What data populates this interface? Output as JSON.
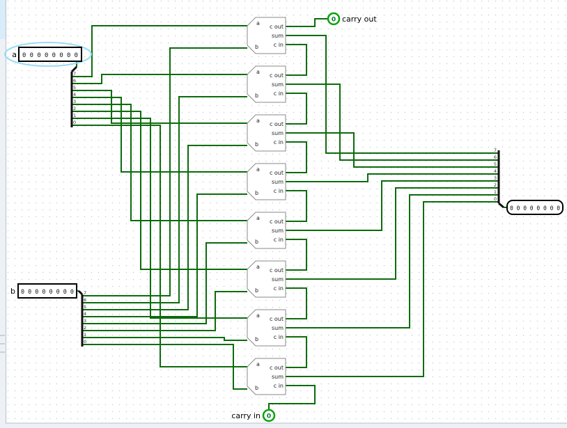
{
  "window": {
    "app_name": "logisim-canvas"
  },
  "colors": {
    "wire": "#0b6b0b",
    "spine": "#111111",
    "component": "#8a8a8a",
    "selection": "#98dcf5",
    "carry_ring": "#0aa20a",
    "grid_dot": "#c9ced6",
    "chrome": "#edf1f6",
    "chrome_border": "#b7c0cc",
    "chrome_blue": "#d9ecfa"
  },
  "inputs": {
    "a": {
      "label": "a",
      "value": "0 0 0 0 0 0 0 0"
    },
    "b": {
      "label": "b",
      "value": "0 0 0 0 0 0 0 0"
    }
  },
  "output": {
    "value": "0 0 0 0 0 0 0 0"
  },
  "carry_out": {
    "label": "carry out",
    "value": "0"
  },
  "carry_in": {
    "label": "carry in",
    "value": "0"
  },
  "adder": {
    "pin_a": "a",
    "pin_b": "b",
    "pin_cout": "c out",
    "pin_sum": "sum",
    "pin_cin": "c in"
  },
  "splitter_bits": [
    "7",
    "6",
    "5",
    "4",
    "3",
    "2",
    "1",
    "0"
  ]
}
